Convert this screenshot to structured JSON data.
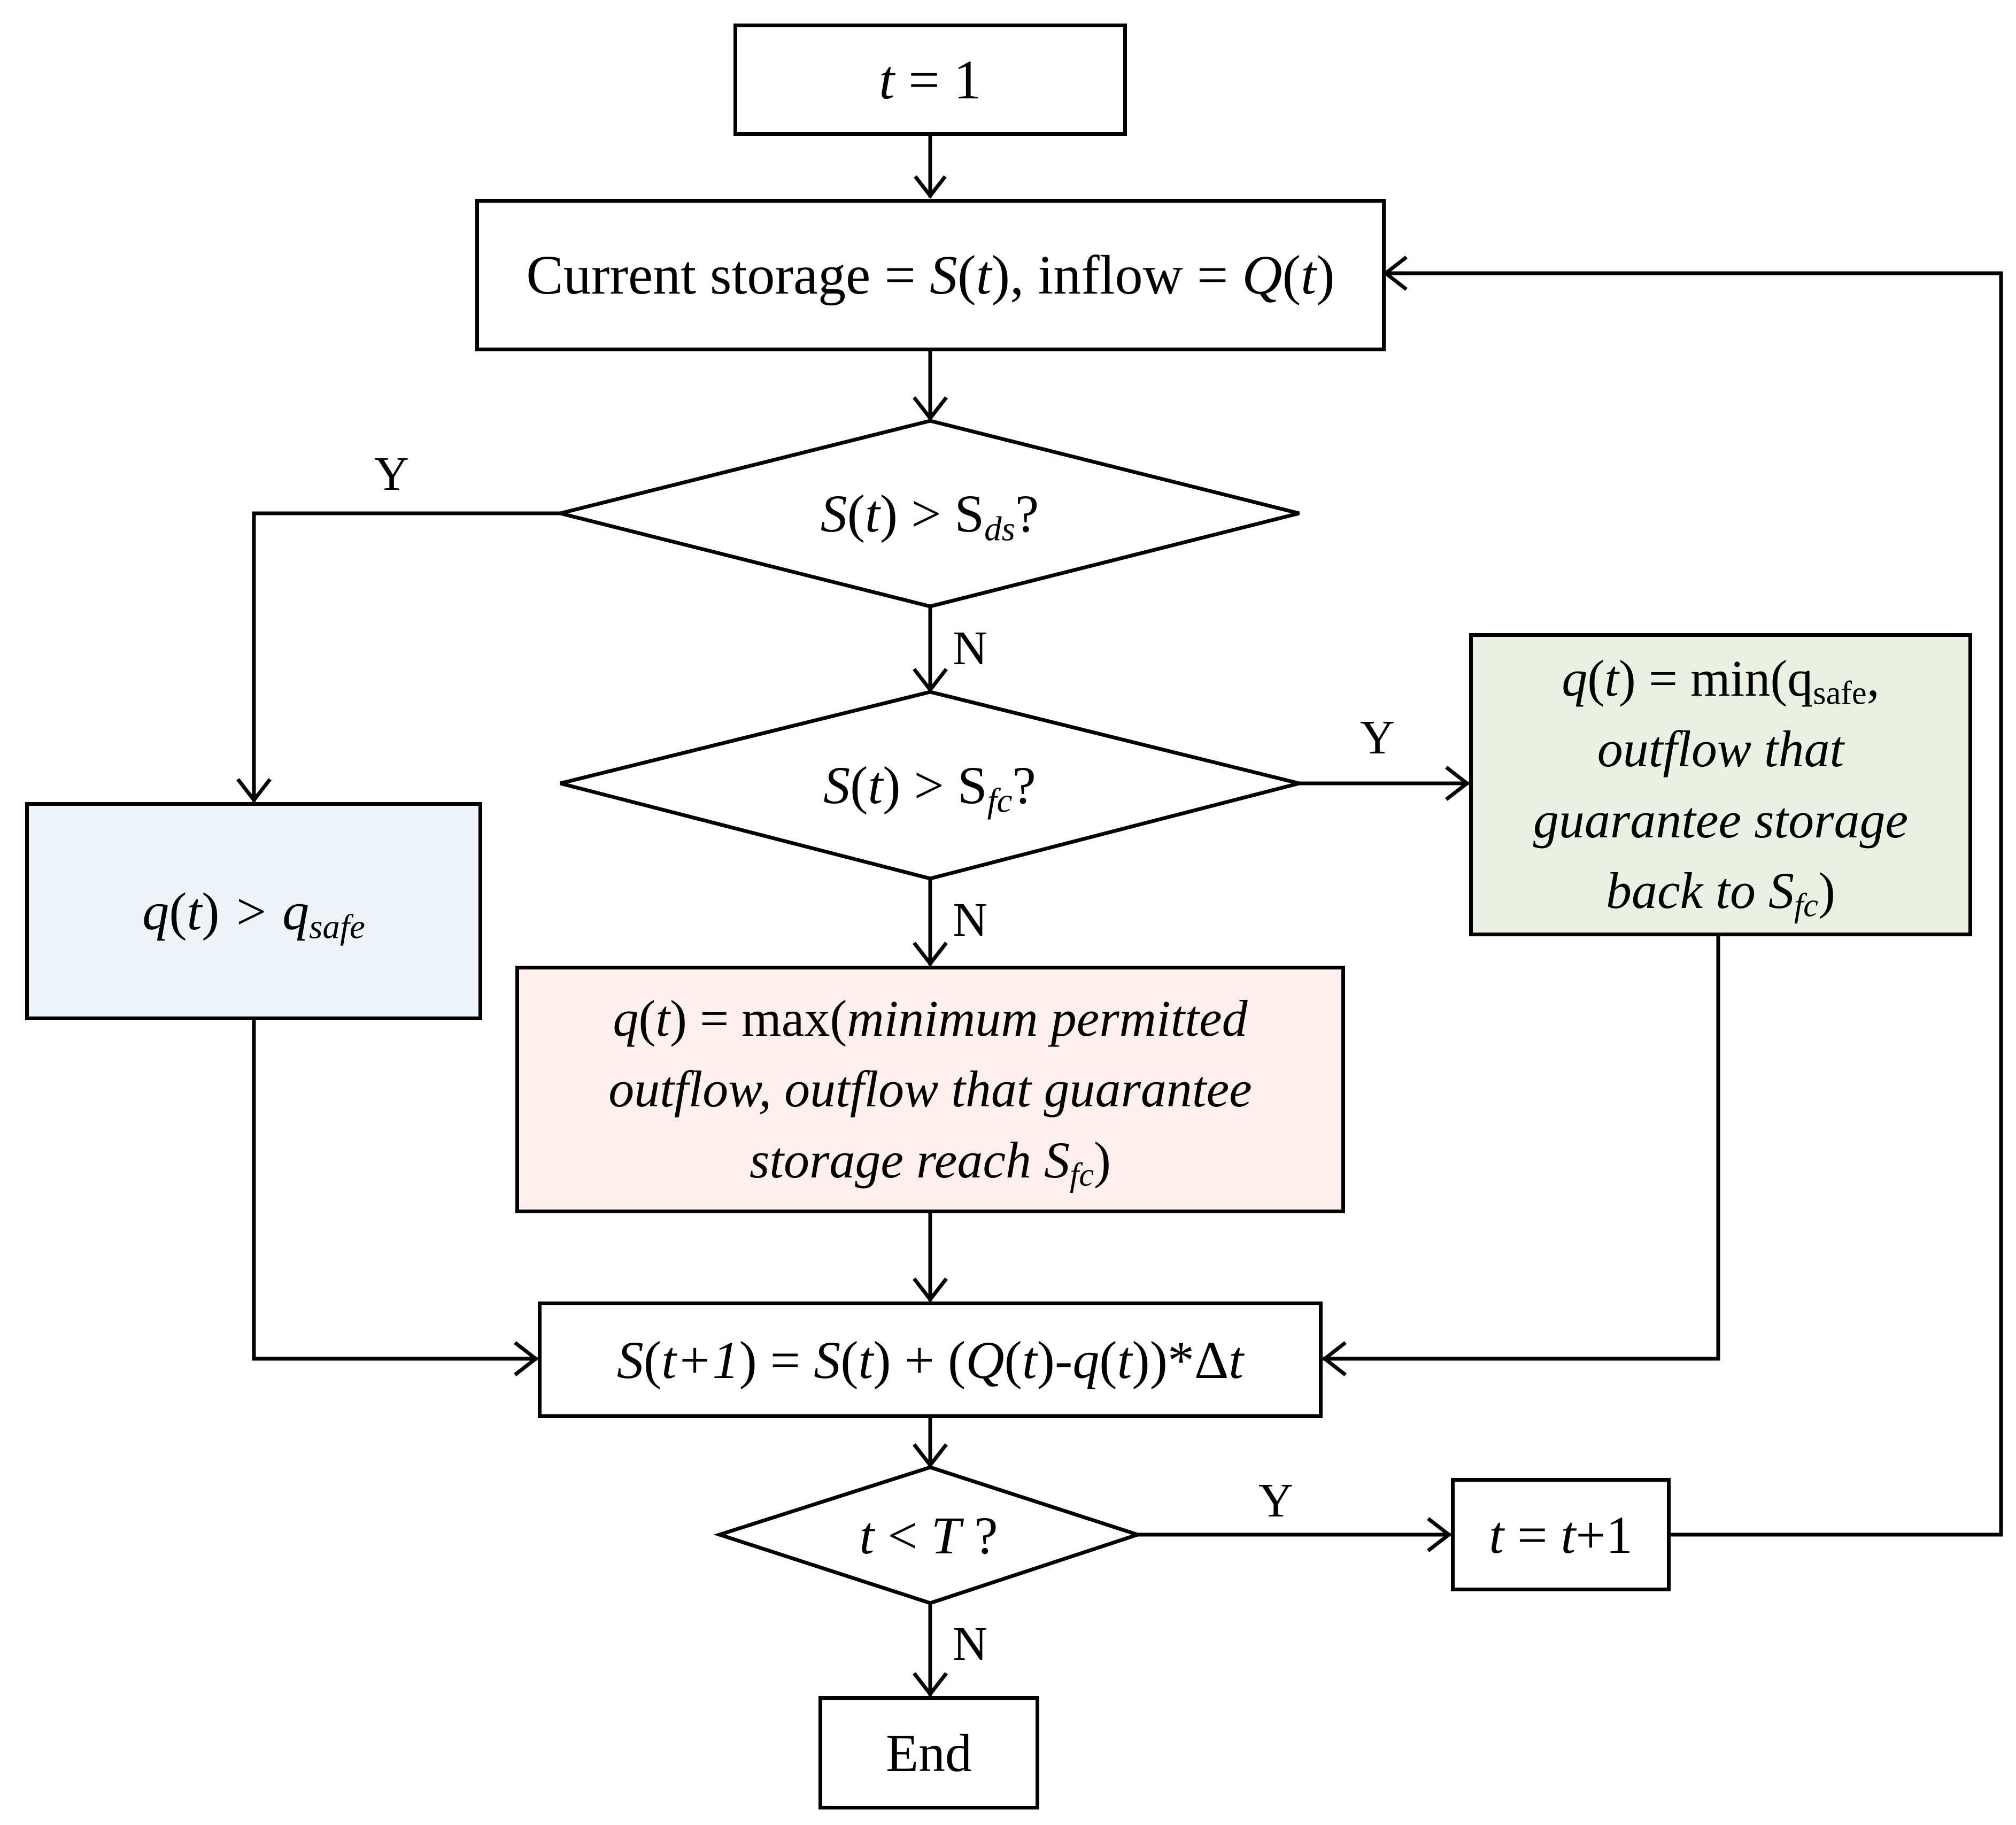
{
  "nodes": {
    "start": {
      "lhs": "t",
      "op": " = ",
      "rhs": "1"
    },
    "state": {
      "p1": "Current storage = ",
      "s": "S",
      "t1": "t",
      "p2": ", inflow = ",
      "q": "Q",
      "t2": "t"
    },
    "dec_ds": {
      "s": "S",
      "t": "t",
      "op": " > S",
      "sub": "ds",
      "q": "?"
    },
    "dec_fc": {
      "s": "S",
      "t": "t",
      "op": " > S",
      "sub": "fc",
      "q": "?"
    },
    "box_safe": {
      "q": "q",
      "t": "t",
      "op": " > q",
      "sub": "safe"
    },
    "box_min": {
      "q": "q",
      "t": "t",
      "l1": " = min(q",
      "sub1": "safe",
      "l1end": ",",
      "l2": "outflow that",
      "l3": "guarantee storage",
      "l4": "back to S",
      "sub4": "fc",
      "l4end": ")"
    },
    "box_max": {
      "q": "q",
      "t": "t",
      "l1a": " = max(",
      "l1b": "minimum permitted",
      "l2": "outflow, outflow that guarantee",
      "l3": "storage reach S",
      "sub3": "fc",
      "l3end": ")"
    },
    "update": {
      "s1": "S",
      "t1": "t+1",
      "mid": " = ",
      "s2": "S",
      "t2": "t",
      "plus": " + (",
      "q1": "Q",
      "t3": "t",
      "minus": "-",
      "q2": "q",
      "t4": "t",
      "end": "))*Δ",
      "dt": "t"
    },
    "dec_T": {
      "t": "t",
      "op": " < ",
      "T": "T",
      "q": " ?"
    },
    "incr": {
      "t1": "t",
      "op": " = ",
      "t2": "t",
      "rest": "+1"
    },
    "end": {
      "label": "End"
    }
  },
  "edge_labels": {
    "ds_yes": "Y",
    "ds_no": "N",
    "fc_yes": "Y",
    "fc_no": "N",
    "T_yes": "Y",
    "T_no": "N"
  },
  "colors": {
    "safe_fill": "#eef3f8",
    "min_fill": "#ebf1e2",
    "max_fill": "#fcefee",
    "stroke": "#000000"
  }
}
